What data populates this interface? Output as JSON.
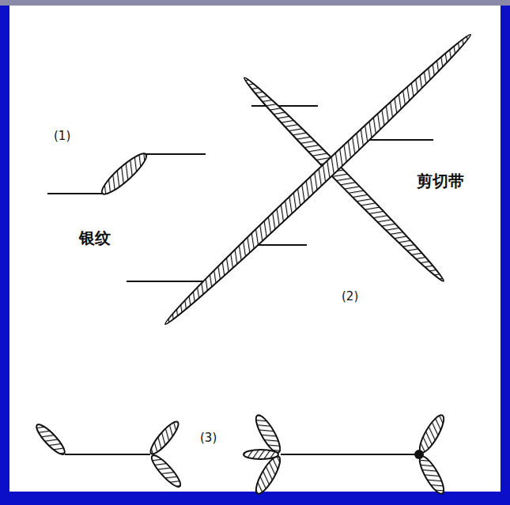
{
  "diagram": {
    "labels": [
      "(1)",
      "银纹",
      "剪切带",
      "(2)",
      "(3)"
    ]
  }
}
